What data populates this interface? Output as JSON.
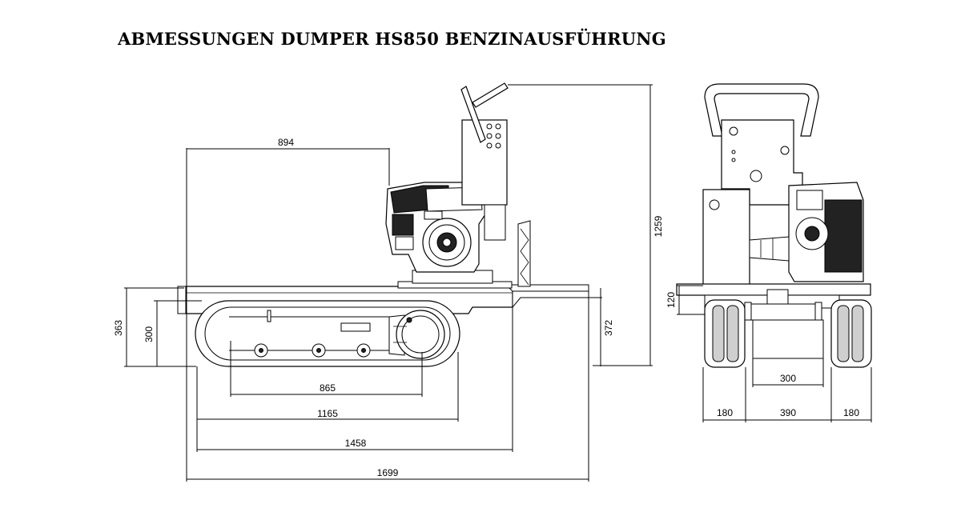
{
  "title": "ABMESSUNGEN DUMPER HS850 BENZINAUSFÜHRUNG",
  "side_view": {
    "dims": {
      "length_894": "894",
      "height_1259": "1259",
      "height_363": "363",
      "height_300": "300",
      "height_372": "372",
      "length_865": "865",
      "length_1165": "1165",
      "length_1458": "1458",
      "length_1699": "1699"
    }
  },
  "front_view": {
    "dims": {
      "height_120": "120",
      "width_300": "300",
      "width_180_left": "180",
      "width_390": "390",
      "width_180_right": "180"
    }
  }
}
